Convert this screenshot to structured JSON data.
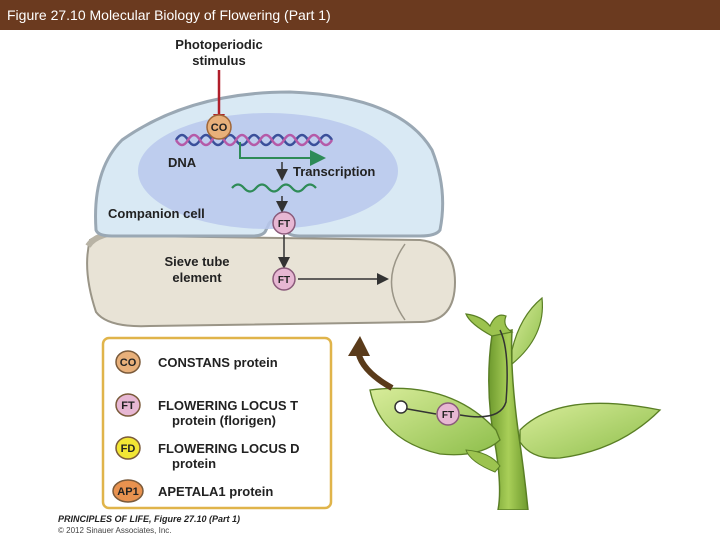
{
  "title": "Figure 27.10  Molecular Biology of Flowering (Part 1)",
  "diagram": {
    "stimulus_line1": "Photoperiodic",
    "stimulus_line2": "stimulus",
    "co_label": "CO",
    "dna_label": "DNA",
    "transcription_label": "Transcription",
    "companion_cell_label": "Companion cell",
    "ft_label": "FT",
    "sieve_line1": "Sieve tube",
    "sieve_line2": "element"
  },
  "legend": {
    "items": [
      {
        "abbr": "CO",
        "line1": "CONSTANS protein",
        "line2": "",
        "color": "#e8b07a"
      },
      {
        "abbr": "FT",
        "line1": "FLOWERING LOCUS T",
        "line2": "protein (florigen)",
        "color": "#e7b7d3"
      },
      {
        "abbr": "FD",
        "line1": "FLOWERING LOCUS D",
        "line2": "protein",
        "color": "#f2e634"
      },
      {
        "abbr": "AP1",
        "line1": "APETALA1 protein",
        "line2": "",
        "color": "#e8924f"
      }
    ]
  },
  "plant": {
    "ft_label": "FT"
  },
  "credit": {
    "line1": "PRINCIPLES OF LIFE, Figure 27.10 (Part 1)",
    "line2": "© 2012 Sinauer Associates, Inc."
  },
  "colors": {
    "title_bar": "#6b3a1f",
    "cell_fill": "#d9e9f4",
    "nucleus_fill": "#b8c8ec",
    "sieve_fill": "#e8e3d6",
    "legend_border": "#e0b44a",
    "green_arrow": "#2e8b57",
    "red_arrow": "#b01e2a"
  }
}
